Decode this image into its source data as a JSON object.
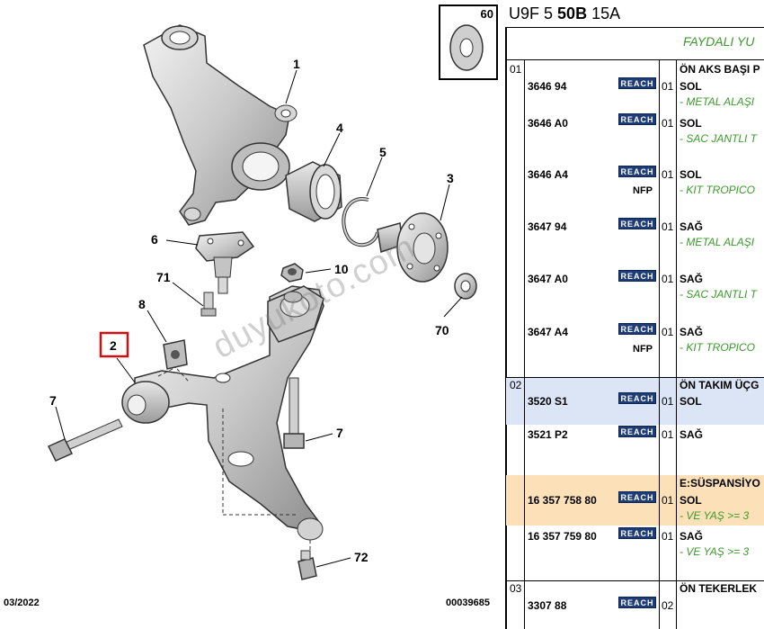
{
  "header": {
    "code_prefix": "U9F 5",
    "code_bold": "50B",
    "code_suffix": "15A",
    "thumb_number": "60",
    "useful_label": "FAYDALI YU"
  },
  "diagram": {
    "callouts": [
      "1",
      "4",
      "5",
      "3",
      "6",
      "10",
      "71",
      "8",
      "70",
      "2",
      "7",
      "7",
      "72"
    ],
    "footer_date": "03/2022",
    "footer_ref": "00039685",
    "watermark": "duyukoto.com"
  },
  "groups": [
    {
      "number": "01",
      "title": "ÖN AKS BAŞI P",
      "rows": [
        {
          "part": "3646 94",
          "badge": "REACH",
          "qty": "01",
          "side": "SOL",
          "note": "- METAL ALAŞI",
          "nfp": ""
        },
        {
          "part": "3646 A0",
          "badge": "REACH",
          "qty": "01",
          "side": "SOL",
          "note": "- SAC JANTLI T",
          "nfp": ""
        },
        {
          "part": "3646 A4",
          "badge": "REACH",
          "qty": "01",
          "side": "SOL",
          "note": "- KIT TROPICO",
          "nfp": "NFP"
        },
        {
          "part": "3647 94",
          "badge": "REACH",
          "qty": "01",
          "side": "SAĞ",
          "note": "- METAL ALAŞI",
          "nfp": ""
        },
        {
          "part": "3647 A0",
          "badge": "REACH",
          "qty": "01",
          "side": "SAĞ",
          "note": "- SAC JANTLI T",
          "nfp": ""
        },
        {
          "part": "3647 A4",
          "badge": "REACH",
          "qty": "01",
          "side": "SAĞ",
          "note": "- KIT TROPICO",
          "nfp": "NFP"
        }
      ]
    },
    {
      "number": "02",
      "title": "ÖN TAKIM ÜÇG",
      "rows": [
        {
          "part": "3520 S1",
          "badge": "REACH",
          "qty": "01",
          "side": "SOL",
          "note": "",
          "nfp": ""
        },
        {
          "part": "3521 P2",
          "badge": "REACH",
          "qty": "01",
          "side": "SAĞ",
          "note": "",
          "nfp": ""
        },
        {
          "part": "16 357 758 80",
          "badge": "REACH",
          "qty": "01",
          "side": "SOL",
          "note": "- VE YAŞ >= 3",
          "nfp": "",
          "title": "E:SÜSPANSİYO"
        },
        {
          "part": "16 357 759 80",
          "badge": "REACH",
          "qty": "01",
          "side": "SAĞ",
          "note": "- VE YAŞ >= 3",
          "nfp": ""
        }
      ]
    },
    {
      "number": "03",
      "title": "ÖN TEKERLEK",
      "rows": [
        {
          "part": "3307 88",
          "badge": "REACH",
          "qty": "02",
          "side": "",
          "note": "",
          "nfp": ""
        }
      ]
    }
  ],
  "colors": {
    "reach_badge": "#1e3c76",
    "note_green": "#3a9a2a",
    "highlight_blue": "#dbe5f5",
    "highlight_orange": "#fbe0b8",
    "callout_red": "#d01010"
  }
}
